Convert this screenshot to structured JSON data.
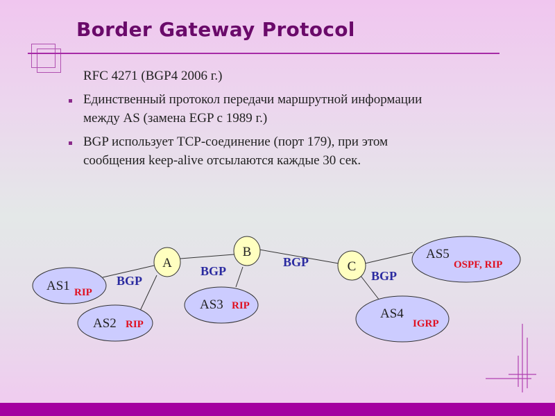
{
  "title": "Border Gateway Protocol",
  "subtitle": "RFC 4271 (BGP4 2006 г.)",
  "bullets": [
    {
      "line1": "Единственный протокол передачи маршрутной информации",
      "line2": "между AS (замена EGP с 1989 г.)"
    },
    {
      "line1": "BGP использует TCP-соединение (порт 179), при этом",
      "line2": "сообщения keep-alive отсылаются каждые 30 сек."
    }
  ],
  "diagram": {
    "routers": [
      "A",
      "B",
      "C"
    ],
    "systems": [
      {
        "name": "AS1",
        "protocol": "RIP"
      },
      {
        "name": "AS2",
        "protocol": "RIP"
      },
      {
        "name": "AS3",
        "protocol": "RIP"
      },
      {
        "name": "AS4",
        "protocol": "IGRP"
      },
      {
        "name": "AS5",
        "protocol": "OSPF, RIP"
      }
    ],
    "link_label": "BGP",
    "colors": {
      "router_fill": "#ffffc0",
      "as_fill": "#ccccff",
      "bgp": "#2a2aa0",
      "igp": "#e01020"
    }
  }
}
